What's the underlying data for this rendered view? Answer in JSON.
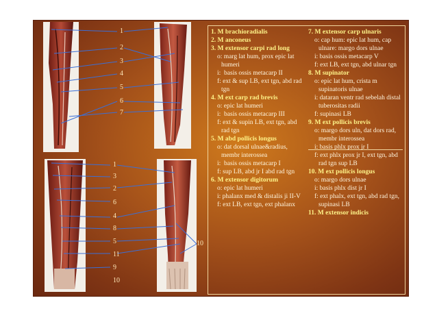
{
  "colors": {
    "slide_bg": "#a5521a",
    "heading": "#fff48a",
    "text": "#fff6df",
    "numbers": "#fde7b8",
    "pointer_lines": "#3a6fd8"
  },
  "numbers": {
    "top_left": [
      "1",
      "2",
      "3",
      "4",
      "5",
      "6",
      "7"
    ],
    "bottom_left": [
      "1",
      "3",
      "2",
      "6",
      "4",
      "8",
      "5",
      "11",
      "9",
      "10"
    ],
    "bottom_right": [
      "10"
    ]
  },
  "left_col": [
    {
      "text": "1. M brachioradialis",
      "kind": "h"
    },
    {
      "text": "2. M anconeus",
      "kind": "h"
    },
    {
      "text": "3. M extensor carpi rad long",
      "kind": "h"
    },
    {
      "text": "o: marg lat hum, prox epic lat humeri",
      "kind": "s"
    },
    {
      "text": "i:  basis ossis metacarp II",
      "kind": "s"
    },
    {
      "text": "f: ext & sup LB, ext tgn, abd rad tgn",
      "kind": "s"
    },
    {
      "text": "4. M ext carp rad brevis",
      "kind": "h"
    },
    {
      "text": "o: epic lat humeri",
      "kind": "s"
    },
    {
      "text": "i:  basis ossis metacarp III",
      "kind": "s"
    },
    {
      "text": "f: ext & supin LB, ext tgn, abd rad tgn",
      "kind": "s"
    },
    {
      "text": "5. M abd pollicis longus",
      "kind": "h"
    },
    {
      "text": "o: dat dorsal ulnae&radius, membr interossea",
      "kind": "s"
    },
    {
      "text": "i:  basis ossis metacarp I",
      "kind": "s"
    },
    {
      "text": "f: sup LB, abd jr I abd rad tgn",
      "kind": "s"
    },
    {
      "text": "6. M extensor digitorum",
      "kind": "h"
    },
    {
      "text": "o: epic lat humeri",
      "kind": "s"
    },
    {
      "text": "i: phalanx med & distalis ji II-V",
      "kind": "s"
    },
    {
      "text": "f: ext LB, ext tgn, ext phalanx",
      "kind": "s"
    }
  ],
  "right_col": [
    {
      "text": "7. M extensor carp ulnaris",
      "kind": "h"
    },
    {
      "text": "o: cap hum: epic lat hum, cap ulnare: margo dors ulnae",
      "kind": "s"
    },
    {
      "text": "i: basis ossis metacarp V",
      "kind": "s"
    },
    {
      "text": "f: ext LB, ext tgn, abd ulnar tgn",
      "kind": "s"
    },
    {
      "text": "8. M supinator",
      "kind": "h"
    },
    {
      "text": "o: epic lat hum, crista m supinatoris ulnae",
      "kind": "s"
    },
    {
      "text": "i: dataran ventr rad sebelah distal tuberositas radii",
      "kind": "s"
    },
    {
      "text": "f: supinasi LB",
      "kind": "s"
    },
    {
      "text": "9. M ext pollicis brevis",
      "kind": "h"
    },
    {
      "text": "o: margo dors uln, dat dors rad, membr interossea",
      "kind": "s"
    },
    {
      "text": "i: basis phlx prox jr I",
      "kind": "s"
    },
    {
      "text": "f: ext phlx prox jr I, ext tgn, abd rad tgn sup LB",
      "kind": "s"
    },
    {
      "text": "10. M ext pollicis longus",
      "kind": "h"
    },
    {
      "text": "o: margo dors ulnae",
      "kind": "s"
    },
    {
      "text": "i: basis phlx dist jr I",
      "kind": "s"
    },
    {
      "text": "f: ext phalx, ext tgn, abd rad tgn, supinasi LB",
      "kind": "s"
    },
    {
      "text": "11. M extensor indicis",
      "kind": "h"
    }
  ]
}
